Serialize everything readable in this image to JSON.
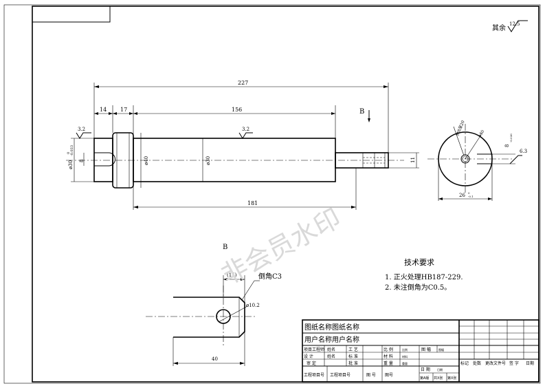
{
  "drawing": {
    "roughness_other": "其余",
    "roughness_other_value": "12.5",
    "roughness_a": "3.2",
    "roughness_b": "3.2",
    "roughness_c": "6.3",
    "section_mark": "B",
    "view_label": "B",
    "dims": {
      "total_length": "227",
      "len_14": "14",
      "len_17": "17",
      "len_156": "156",
      "len_181": "181",
      "dia_left": "ø30",
      "dia_left_tol_upper": "0",
      "dia_left_tol_lower": "-0.033",
      "slot_8": "8",
      "dia_40": "ø40",
      "dia_30": "ø30",
      "dim_11": "11",
      "sec_dia40": "ø40",
      "sec_m": "M8深20",
      "sec_8": "8",
      "sec_8_tol": "-0.036",
      "sec_26": "26",
      "sec_26_tol_upper": "0",
      "sec_26_tol_lower": "-0.1",
      "detail_15": "(15)",
      "detail_chamfer": "倒角C3",
      "detail_hole": "ø10.2",
      "detail_40": "40"
    },
    "tech_title": "技术要求",
    "tech_notes": [
      "1.  正火处理HB187-229.",
      "2.  未注倒角为C0.5。"
    ],
    "watermark": "非会员水印"
  },
  "title_block": {
    "drawing_name": "图纸名称图纸名称",
    "user_name": "用户名称用户名称",
    "row1": [
      "项目工程师",
      "姓名",
      "工 艺",
      "",
      "比 例",
      "比例",
      "图 幅",
      "图幅"
    ],
    "row2": [
      "设 计",
      "姓名",
      "标 准",
      "",
      "材 料",
      "材料"
    ],
    "row3": [
      "审 定",
      "",
      "批 准",
      "",
      "重 量",
      "重量"
    ],
    "row4": [
      "工程项目号",
      "工程项目号",
      "图 号",
      "图号"
    ],
    "date_label": "日 期",
    "date_value": "日期",
    "version": "第A版",
    "sheets": "共X张",
    "sheet_no": "第X张",
    "change_headers": [
      "标记",
      "处数",
      "更改文件号",
      "签 字",
      "日期"
    ]
  }
}
